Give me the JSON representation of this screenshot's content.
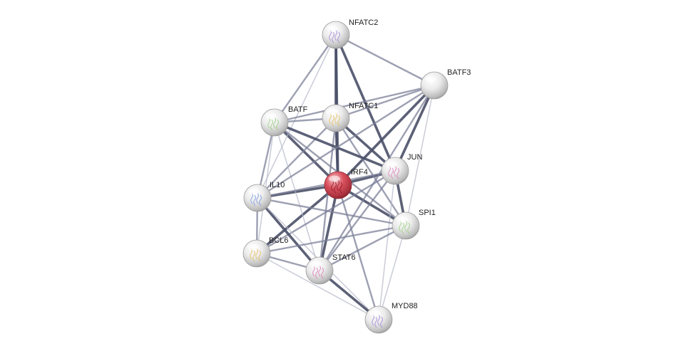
{
  "query_node": "IRF4",
  "colors": {
    "node_fill": "#d8d8d8",
    "query_fill": "#d94f5c",
    "edge_strong": "#4a5068",
    "edge_medium": "#7c8098",
    "edge_weak": "#b8bbcb"
  },
  "nodes": [
    {
      "id": "NFATC2",
      "label": "NFATC2",
      "structure": true
    },
    {
      "id": "BATF3",
      "label": "BATF3",
      "structure": false
    },
    {
      "id": "BATF",
      "label": "BATF",
      "structure": true
    },
    {
      "id": "NFATC1",
      "label": "NFATC1",
      "structure": true
    },
    {
      "id": "JUN",
      "label": "JUN",
      "structure": true
    },
    {
      "id": "IRF4",
      "label": "IRF4",
      "structure": true
    },
    {
      "id": "IL10",
      "label": "IL10",
      "structure": true
    },
    {
      "id": "SPI1",
      "label": "SPI1",
      "structure": true
    },
    {
      "id": "BCL6",
      "label": "BCL6",
      "structure": true
    },
    {
      "id": "STAT6",
      "label": "STAT6",
      "structure": true
    },
    {
      "id": "MYD88",
      "label": "MYD88",
      "structure": true
    }
  ],
  "edges": [
    {
      "source": "IRF4",
      "target": "NFATC2",
      "strength": 3
    },
    {
      "source": "IRF4",
      "target": "NFATC1",
      "strength": 3
    },
    {
      "source": "IRF4",
      "target": "BATF",
      "strength": 3
    },
    {
      "source": "IRF4",
      "target": "BATF3",
      "strength": 3
    },
    {
      "source": "IRF4",
      "target": "JUN",
      "strength": 3
    },
    {
      "source": "IRF4",
      "target": "IL10",
      "strength": 3
    },
    {
      "source": "IRF4",
      "target": "SPI1",
      "strength": 3
    },
    {
      "source": "IRF4",
      "target": "BCL6",
      "strength": 3
    },
    {
      "source": "IRF4",
      "target": "STAT6",
      "strength": 3
    },
    {
      "source": "IRF4",
      "target": "MYD88",
      "strength": 2
    },
    {
      "source": "NFATC2",
      "target": "NFATC1",
      "strength": 3
    },
    {
      "source": "NFATC2",
      "target": "JUN",
      "strength": 3
    },
    {
      "source": "NFATC2",
      "target": "BATF3",
      "strength": 2
    },
    {
      "source": "NFATC2",
      "target": "BATF",
      "strength": 2
    },
    {
      "source": "NFATC2",
      "target": "IL10",
      "strength": 1
    },
    {
      "source": "NFATC1",
      "target": "JUN",
      "strength": 3
    },
    {
      "source": "NFATC1",
      "target": "BATF",
      "strength": 2
    },
    {
      "source": "NFATC1",
      "target": "BATF3",
      "strength": 2
    },
    {
      "source": "NFATC1",
      "target": "IL10",
      "strength": 2
    },
    {
      "source": "NFATC1",
      "target": "SPI1",
      "strength": 2
    },
    {
      "source": "NFATC1",
      "target": "STAT6",
      "strength": 2
    },
    {
      "source": "BATF",
      "target": "BATF3",
      "strength": 2
    },
    {
      "source": "BATF",
      "target": "JUN",
      "strength": 3
    },
    {
      "source": "BATF",
      "target": "IL10",
      "strength": 2
    },
    {
      "source": "BATF",
      "target": "SPI1",
      "strength": 2
    },
    {
      "source": "BATF",
      "target": "BCL6",
      "strength": 1
    },
    {
      "source": "BATF",
      "target": "STAT6",
      "strength": 1
    },
    {
      "source": "BATF3",
      "target": "JUN",
      "strength": 3
    },
    {
      "source": "BATF3",
      "target": "IL10",
      "strength": 2
    },
    {
      "source": "BATF3",
      "target": "SPI1",
      "strength": 1
    },
    {
      "source": "BATF3",
      "target": "STAT6",
      "strength": 2
    },
    {
      "source": "JUN",
      "target": "SPI1",
      "strength": 3
    },
    {
      "source": "JUN",
      "target": "IL10",
      "strength": 2
    },
    {
      "source": "JUN",
      "target": "STAT6",
      "strength": 2
    },
    {
      "source": "JUN",
      "target": "BCL6",
      "strength": 2
    },
    {
      "source": "JUN",
      "target": "MYD88",
      "strength": 1
    },
    {
      "source": "IL10",
      "target": "BCL6",
      "strength": 2
    },
    {
      "source": "IL10",
      "target": "STAT6",
      "strength": 3
    },
    {
      "source": "IL10",
      "target": "SPI1",
      "strength": 2
    },
    {
      "source": "IL10",
      "target": "MYD88",
      "strength": 1
    },
    {
      "source": "SPI1",
      "target": "STAT6",
      "strength": 2
    },
    {
      "source": "SPI1",
      "target": "BCL6",
      "strength": 2
    },
    {
      "source": "SPI1",
      "target": "MYD88",
      "strength": 1
    },
    {
      "source": "BCL6",
      "target": "STAT6",
      "strength": 2
    },
    {
      "source": "BCL6",
      "target": "MYD88",
      "strength": 1
    },
    {
      "source": "STAT6",
      "target": "MYD88",
      "strength": 3
    }
  ]
}
